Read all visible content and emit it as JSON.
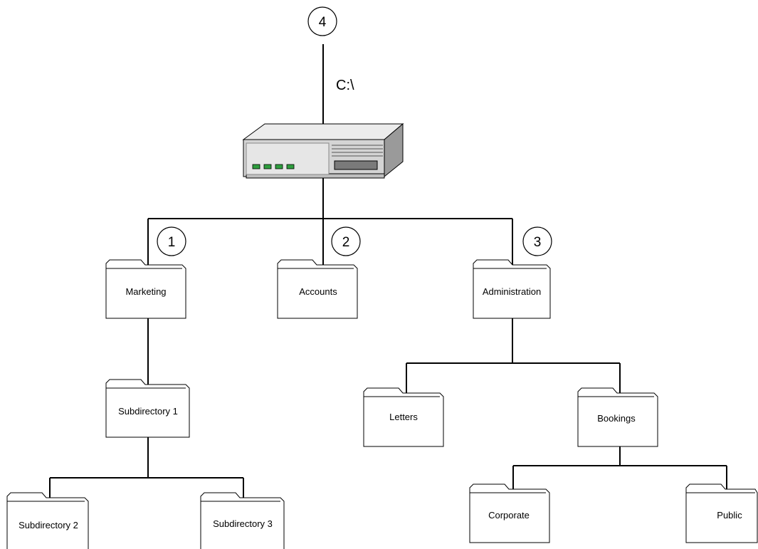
{
  "drive": {
    "label": "C:\\"
  },
  "markers": [
    "1",
    "2",
    "3",
    "4"
  ],
  "folders": {
    "marketing": "Marketing",
    "accounts": "Accounts",
    "administration": "Administration",
    "subdirectory1": "Subdirectory 1",
    "subdirectory2": "Subdirectory 2",
    "subdirectory3": "Subdirectory 3",
    "letters": "Letters",
    "bookings": "Bookings",
    "corporate": "Corporate",
    "public": "Public"
  },
  "colors": {
    "led": "#2e9e3e",
    "server_face": "#d4d4d4",
    "server_top": "#ececec",
    "server_side": "#9a9a9a",
    "display": "#7a7a7a"
  }
}
